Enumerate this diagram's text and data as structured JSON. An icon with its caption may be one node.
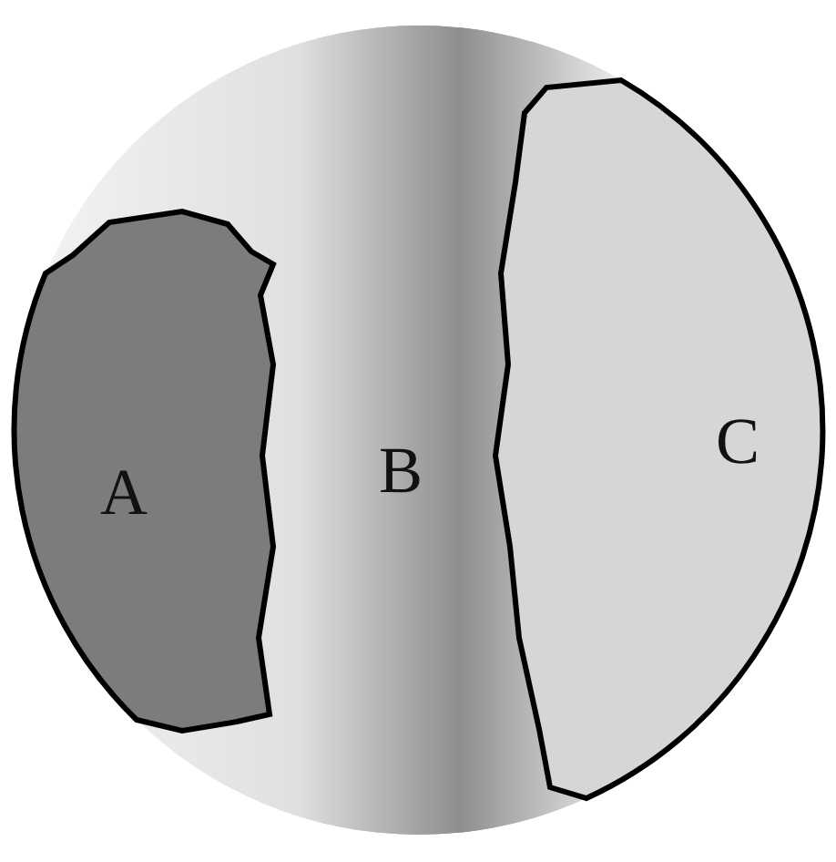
{
  "diagram": {
    "nodes": [
      {
        "text": [
          "A"
        ]
      },
      {
        "text": [
          "B"
        ]
      },
      {
        "text": [
          "C"
        ]
      }
    ],
    "edges": []
  }
}
